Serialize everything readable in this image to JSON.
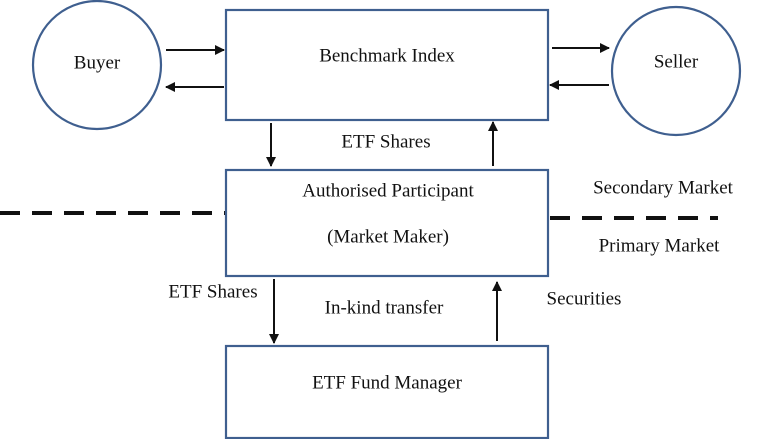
{
  "nodes": {
    "buyer": "Buyer",
    "seller": "Seller",
    "benchmark_index": "Benchmark Index",
    "authorised_participant_line1": "Authorised Participant",
    "authorised_participant_line2": "(Market Maker)",
    "etf_fund_manager": "ETF Fund Manager"
  },
  "edge_labels": {
    "etf_shares_upper": "ETF Shares",
    "etf_shares_lower": "ETF Shares",
    "in_kind_transfer": "In-kind transfer",
    "securities": "Securities"
  },
  "markets": {
    "secondary": "Secondary Market",
    "primary": "Primary Market"
  },
  "colors": {
    "node_outline": "#3f5f8f",
    "line": "#111111"
  }
}
